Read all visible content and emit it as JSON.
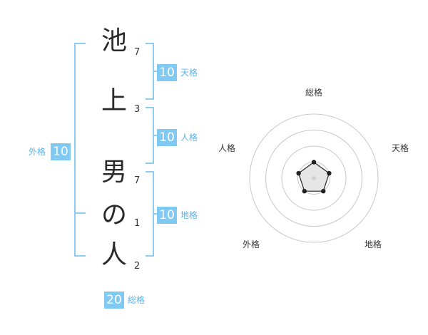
{
  "name": {
    "characters": [
      {
        "char": "池",
        "strokes": "7"
      },
      {
        "char": "上",
        "strokes": "3"
      },
      {
        "char": "男",
        "strokes": "7"
      },
      {
        "char": "の",
        "strokes": "1"
      },
      {
        "char": "人",
        "strokes": "2"
      }
    ]
  },
  "fortunes": {
    "tenkaku": {
      "value": "10",
      "label": "天格"
    },
    "jinkaku": {
      "value": "10",
      "label": "人格"
    },
    "chikaku": {
      "value": "10",
      "label": "地格"
    },
    "gaikaku": {
      "value": "10",
      "label": "外格"
    },
    "soukaku": {
      "value": "20",
      "label": "総格"
    }
  },
  "colors": {
    "accent": "#7fc9f2",
    "bracket": "#8fcdf0",
    "label_text": "#5ab4e6"
  },
  "chart_data": {
    "type": "radar",
    "axes": [
      "総格",
      "天格",
      "地格",
      "外格",
      "人格"
    ],
    "rings": 4,
    "max": 4,
    "series": [
      {
        "values": [
          1,
          1,
          1,
          1,
          1
        ]
      }
    ]
  }
}
